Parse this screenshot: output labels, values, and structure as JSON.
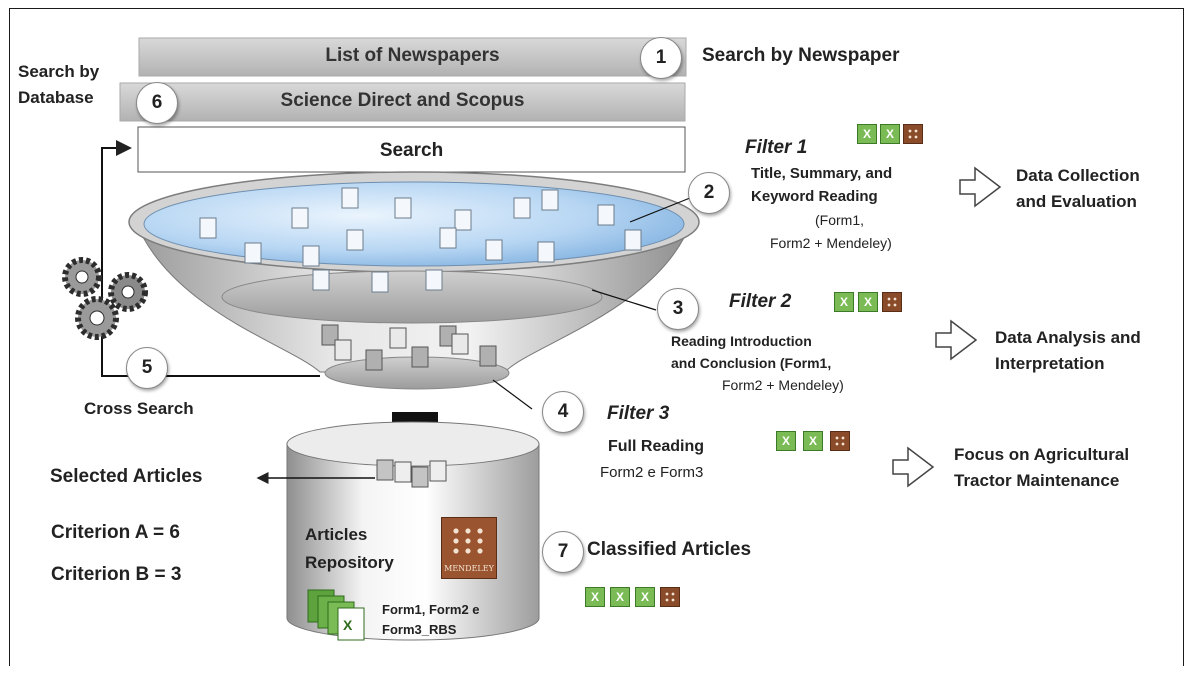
{
  "bars": {
    "newspapers": "List of Newspapers",
    "databases": "Science Direct and Scopus",
    "search": "Search"
  },
  "steps": {
    "s1": "1",
    "s2": "2",
    "s3": "3",
    "s4": "4",
    "s5": "5",
    "s6": "6",
    "s7": "7"
  },
  "labels": {
    "search_by_newspaper": "Search by Newspaper",
    "search_by_database_1": "Search by",
    "search_by_database_2": "Database",
    "cross_search": "Cross Search",
    "selected_articles": "Selected Articles",
    "criterion_a": "Criterion A = 6",
    "criterion_b": "Criterion B = 3",
    "repository_1": "Articles",
    "repository_2": "Repository",
    "forms_1": "Form1, Form2 e",
    "forms_2": "Form3_RBS",
    "classified_articles": "Classified Articles",
    "mendeley_logo_text": "MENDELEY"
  },
  "filters": {
    "f1": {
      "title": "Filter 1",
      "desc_1": "Title, Summary, and",
      "desc_2": "Keyword Reading",
      "sub_1": "(Form1,",
      "sub_2": "Form2 + Mendeley)",
      "result_1": "Data Collection",
      "result_2": "and Evaluation"
    },
    "f2": {
      "title": "Filter 2",
      "desc_1": "Reading Introduction",
      "desc_2": "and Conclusion (Form1,",
      "desc_3": "Form2 + Mendeley)",
      "result_1": "Data Analysis and",
      "result_2": "Interpretation"
    },
    "f3": {
      "title": "Filter 3",
      "desc_1": "Full Reading",
      "sub_1": "Form2 e Form3",
      "result_1": "Focus on Agricultural",
      "result_2": "Tractor Maintenance"
    }
  },
  "colors": {
    "bar_gray": "#c8c8c8",
    "funnel_gray": "#b9b9b9",
    "water_blue": "#a9cdee",
    "excel_green": "#7bbb55",
    "mendeley_brown": "#8a4b2a"
  }
}
